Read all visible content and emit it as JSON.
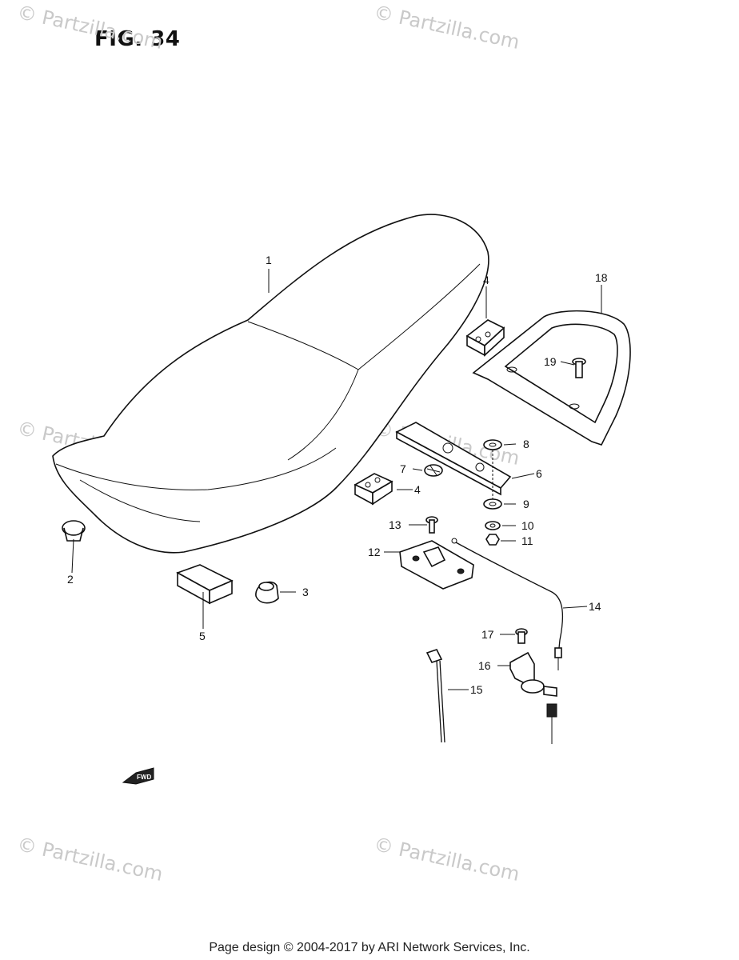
{
  "figure": {
    "title": "FIG. 34"
  },
  "watermarks": [
    "© Partzilla.com",
    "© Partzilla.com",
    "© Partzilla.com",
    "© Partzilla.com",
    "© Partzilla.com",
    "© Partzilla.com"
  ],
  "callouts": {
    "c1": "1",
    "c2": "2",
    "c3": "3",
    "c4a": "4",
    "c4b": "4",
    "c5": "5",
    "c6": "6",
    "c7": "7",
    "c8": "8",
    "c9": "9",
    "c10": "10",
    "c11": "11",
    "c12": "12",
    "c13": "13",
    "c14": "14",
    "c15": "15",
    "c16": "16",
    "c17": "17",
    "c18": "18",
    "c19": "19"
  },
  "fwd_label": "FWD",
  "footer": {
    "text": "Page design © 2004-2017 by ARI Network Services, Inc."
  }
}
